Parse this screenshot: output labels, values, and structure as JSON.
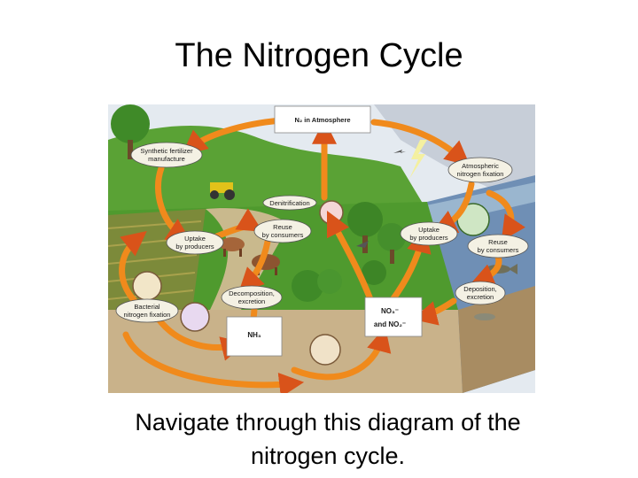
{
  "slide": {
    "title": "The Nitrogen Cycle",
    "caption_line1": "Navigate through this diagram of the",
    "caption_line2": "nitrogen cycle."
  },
  "diagram": {
    "labels": {
      "atmosphere": "N₂ in Atmosphere",
      "fertilizer_line1": "Synthetic fertilizer",
      "fertilizer_line2": "manufacture",
      "atm_fixation_line1": "Atmospheric",
      "atm_fixation_line2": "nitrogen fixation",
      "denitrification": "Denitrification",
      "reuse_land_line1": "Reuse",
      "reuse_land_line2": "by consumers",
      "uptake_land_line1": "Uptake",
      "uptake_land_line2": "by producers",
      "uptake_water_line1": "Uptake",
      "uptake_water_line2": "by producers",
      "reuse_water_line1": "Reuse",
      "reuse_water_line2": "by consumers",
      "deposition_line1": "Deposition,",
      "deposition_line2": "excretion",
      "decomposition_line1": "Decomposition,",
      "decomposition_line2": "excretion",
      "bacterial_line1": "Bacterial",
      "bacterial_line2": "nitrogen fixation",
      "nh3": "NH₃",
      "no3": "NO₃⁻",
      "no2": "and NO₂⁻"
    }
  },
  "colors": {
    "arrow": "#f08a1c",
    "arrow_dark": "#d9531a",
    "sky": "#dfe7ee",
    "water": "#6f8fb5",
    "grass": "#4f9a2e",
    "soil": "#c9b28a"
  }
}
